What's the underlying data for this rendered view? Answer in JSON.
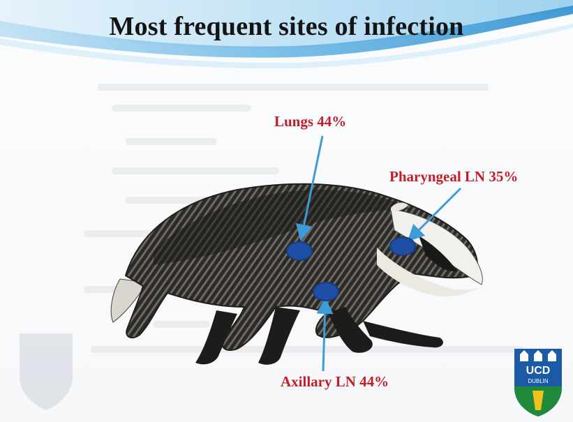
{
  "slide": {
    "title": "Most frequent sites of infection"
  },
  "sites": [
    {
      "label": "Lungs 44%"
    },
    {
      "label": "Pharyngeal LN 35%"
    },
    {
      "label": "Axillary LN 44%"
    }
  ],
  "logo": {
    "text": "UCD",
    "subtext": "DUBLIN"
  },
  "colors": {
    "label_red": "#c21e2a",
    "arrow_blue": "#3d9bd6",
    "dot_blue": "#1f4ea5",
    "header_blue": "#2f8fd0",
    "logo_blue": "#1a5aa6",
    "logo_green": "#1e8a3a",
    "logo_gold": "#f0c21d"
  }
}
